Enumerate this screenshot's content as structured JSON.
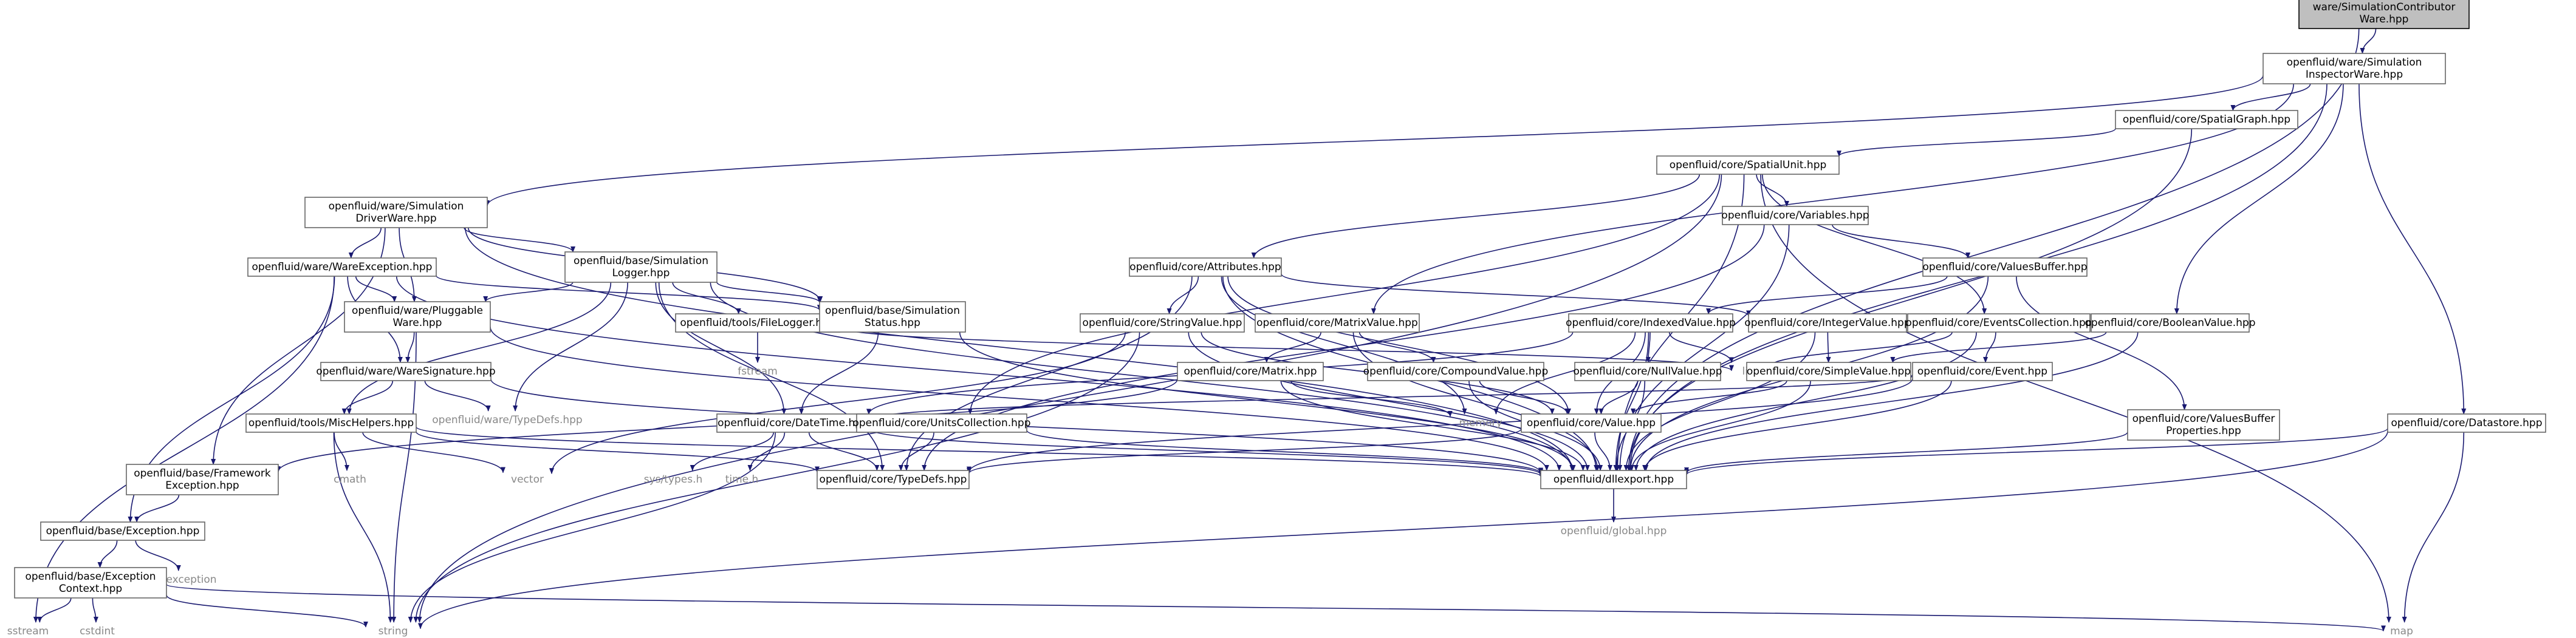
{
  "graph": {
    "nodes": [
      {
        "id": "root",
        "lines": [
          "ware/SimulationContributor",
          "Ware.hpp"
        ],
        "kind": "root"
      },
      {
        "id": "inspector",
        "lines": [
          "openfluid/ware/Simulation",
          "InspectorWare.hpp"
        ],
        "kind": "file"
      },
      {
        "id": "spatialgraph",
        "lines": [
          "openfluid/core/SpatialGraph.hpp"
        ],
        "kind": "file"
      },
      {
        "id": "spatialunit",
        "lines": [
          "openfluid/core/SpatialUnit.hpp"
        ],
        "kind": "file"
      },
      {
        "id": "simdriver",
        "lines": [
          "openfluid/ware/Simulation",
          "DriverWare.hpp"
        ],
        "kind": "file"
      },
      {
        "id": "variables",
        "lines": [
          "openfluid/core/Variables.hpp"
        ],
        "kind": "file"
      },
      {
        "id": "wareexception",
        "lines": [
          "openfluid/ware/WareException.hpp"
        ],
        "kind": "file"
      },
      {
        "id": "simlogger",
        "lines": [
          "openfluid/base/Simulation",
          "Logger.hpp"
        ],
        "kind": "file"
      },
      {
        "id": "attributes",
        "lines": [
          "openfluid/core/Attributes.hpp"
        ],
        "kind": "file"
      },
      {
        "id": "valuesbuffer",
        "lines": [
          "openfluid/core/ValuesBuffer.hpp"
        ],
        "kind": "file"
      },
      {
        "id": "pluggable",
        "lines": [
          "openfluid/ware/Pluggable",
          "Ware.hpp"
        ],
        "kind": "file"
      },
      {
        "id": "filelogger",
        "lines": [
          "openfluid/tools/FileLogger.hpp"
        ],
        "kind": "file"
      },
      {
        "id": "simstatus",
        "lines": [
          "openfluid/base/Simulation",
          "Status.hpp"
        ],
        "kind": "file"
      },
      {
        "id": "stringvalue",
        "lines": [
          "openfluid/core/StringValue.hpp"
        ],
        "kind": "file"
      },
      {
        "id": "matrixvalue",
        "lines": [
          "openfluid/core/MatrixValue.hpp"
        ],
        "kind": "file"
      },
      {
        "id": "indexedvalue",
        "lines": [
          "openfluid/core/IndexedValue.hpp"
        ],
        "kind": "file"
      },
      {
        "id": "integervalue",
        "lines": [
          "openfluid/core/IntegerValue.hpp"
        ],
        "kind": "file"
      },
      {
        "id": "eventscoll",
        "lines": [
          "openfluid/core/EventsCollection.hpp"
        ],
        "kind": "file"
      },
      {
        "id": "booleanvalue",
        "lines": [
          "openfluid/core/BooleanValue.hpp"
        ],
        "kind": "file"
      },
      {
        "id": "waresignature",
        "lines": [
          "openfluid/ware/WareSignature.hpp"
        ],
        "kind": "file"
      },
      {
        "id": "waretypedefs",
        "lines": [
          "openfluid/ware/TypeDefs.hpp"
        ],
        "kind": "ext"
      },
      {
        "id": "fstream",
        "lines": [
          "fstream"
        ],
        "kind": "ext"
      },
      {
        "id": "matrix",
        "lines": [
          "openfluid/core/Matrix.hpp"
        ],
        "kind": "file"
      },
      {
        "id": "compoundvalue",
        "lines": [
          "openfluid/core/CompoundValue.hpp"
        ],
        "kind": "file"
      },
      {
        "id": "list",
        "lines": [
          "list"
        ],
        "kind": "ext"
      },
      {
        "id": "nullvalue",
        "lines": [
          "openfluid/core/NullValue.hpp"
        ],
        "kind": "file"
      },
      {
        "id": "simplevalue",
        "lines": [
          "openfluid/core/SimpleValue.hpp"
        ],
        "kind": "file"
      },
      {
        "id": "event",
        "lines": [
          "openfluid/core/Event.hpp"
        ],
        "kind": "file"
      },
      {
        "id": "vbprops",
        "lines": [
          "openfluid/core/ValuesBuffer",
          "Properties.hpp"
        ],
        "kind": "file"
      },
      {
        "id": "datastore",
        "lines": [
          "openfluid/core/Datastore.hpp"
        ],
        "kind": "file"
      },
      {
        "id": "mischelpers",
        "lines": [
          "openfluid/tools/MiscHelpers.hpp"
        ],
        "kind": "file"
      },
      {
        "id": "datetime",
        "lines": [
          "openfluid/core/DateTime.hpp"
        ],
        "kind": "file"
      },
      {
        "id": "unitscoll",
        "lines": [
          "openfluid/core/UnitsCollection.hpp"
        ],
        "kind": "file"
      },
      {
        "id": "memory",
        "lines": [
          "memory"
        ],
        "kind": "ext"
      },
      {
        "id": "value",
        "lines": [
          "openfluid/core/Value.hpp"
        ],
        "kind": "file"
      },
      {
        "id": "fwexception",
        "lines": [
          "openfluid/base/Framework",
          "Exception.hpp"
        ],
        "kind": "file"
      },
      {
        "id": "cmath",
        "lines": [
          "cmath"
        ],
        "kind": "ext"
      },
      {
        "id": "vector",
        "lines": [
          "vector"
        ],
        "kind": "ext"
      },
      {
        "id": "systypes",
        "lines": [
          "sys/types.h"
        ],
        "kind": "ext"
      },
      {
        "id": "timeh",
        "lines": [
          "time.h"
        ],
        "kind": "ext"
      },
      {
        "id": "coretypedefs",
        "lines": [
          "openfluid/core/TypeDefs.hpp"
        ],
        "kind": "file"
      },
      {
        "id": "dllexport",
        "lines": [
          "openfluid/dllexport.hpp"
        ],
        "kind": "file"
      },
      {
        "id": "exception",
        "lines": [
          "openfluid/base/Exception.hpp"
        ],
        "kind": "file"
      },
      {
        "id": "global",
        "lines": [
          "openfluid/global.hpp"
        ],
        "kind": "ext"
      },
      {
        "id": "stdexception",
        "lines": [
          "exception"
        ],
        "kind": "ext"
      },
      {
        "id": "excontext",
        "lines": [
          "openfluid/base/Exception",
          "Context.hpp"
        ],
        "kind": "file"
      },
      {
        "id": "sstream",
        "lines": [
          "sstream"
        ],
        "kind": "ext"
      },
      {
        "id": "cstdint",
        "lines": [
          "cstdint"
        ],
        "kind": "ext"
      },
      {
        "id": "string",
        "lines": [
          "string"
        ],
        "kind": "ext"
      },
      {
        "id": "map",
        "lines": [
          "map"
        ],
        "kind": "ext"
      }
    ],
    "edges": [
      [
        "root",
        "inspector"
      ],
      [
        "root",
        "dllexport"
      ],
      [
        "inspector",
        "spatialgraph"
      ],
      [
        "inspector",
        "simdriver"
      ],
      [
        "inspector",
        "matrixvalue"
      ],
      [
        "inspector",
        "booleanvalue"
      ],
      [
        "inspector",
        "datastore"
      ],
      [
        "inspector",
        "dllexport"
      ],
      [
        "spatialgraph",
        "spatialunit"
      ],
      [
        "spatialgraph",
        "dllexport"
      ],
      [
        "spatialunit",
        "variables"
      ],
      [
        "spatialunit",
        "attributes"
      ],
      [
        "spatialunit",
        "eventscoll"
      ],
      [
        "spatialunit",
        "unitscoll"
      ],
      [
        "spatialunit",
        "dllexport"
      ],
      [
        "spatialunit",
        "map"
      ],
      [
        "spatialunit",
        "string"
      ],
      [
        "simdriver",
        "wareexception"
      ],
      [
        "simdriver",
        "simlogger"
      ],
      [
        "simdriver",
        "pluggable"
      ],
      [
        "simdriver",
        "simstatus"
      ],
      [
        "simdriver",
        "fwexception"
      ],
      [
        "simdriver",
        "dllexport"
      ],
      [
        "variables",
        "valuesbuffer"
      ],
      [
        "variables",
        "coretypedefs"
      ],
      [
        "variables",
        "dllexport"
      ],
      [
        "wareexception",
        "pluggable"
      ],
      [
        "wareexception",
        "waresignature"
      ],
      [
        "wareexception",
        "exception"
      ],
      [
        "wareexception",
        "sstream"
      ],
      [
        "wareexception",
        "dllexport"
      ],
      [
        "wareexception",
        "simstatus"
      ],
      [
        "simlogger",
        "filelogger"
      ],
      [
        "simlogger",
        "simstatus"
      ],
      [
        "simlogger",
        "mischelpers"
      ],
      [
        "simlogger",
        "pluggable"
      ],
      [
        "simlogger",
        "waretypedefs"
      ],
      [
        "simlogger",
        "datetime"
      ],
      [
        "simlogger",
        "coretypedefs"
      ],
      [
        "simlogger",
        "dllexport"
      ],
      [
        "attributes",
        "stringvalue"
      ],
      [
        "attributes",
        "integervalue"
      ],
      [
        "attributes",
        "coretypedefs"
      ],
      [
        "attributes",
        "memory"
      ],
      [
        "attributes",
        "dllexport"
      ],
      [
        "attributes",
        "value"
      ],
      [
        "valuesbuffer",
        "indexedvalue"
      ],
      [
        "valuesbuffer",
        "vbprops"
      ],
      [
        "valuesbuffer",
        "dllexport"
      ],
      [
        "pluggable",
        "waresignature"
      ],
      [
        "pluggable",
        "dllexport"
      ],
      [
        "pluggable",
        "string"
      ],
      [
        "filelogger",
        "fstream"
      ],
      [
        "filelogger",
        "list"
      ],
      [
        "simstatus",
        "datetime"
      ],
      [
        "simstatus",
        "dllexport"
      ],
      [
        "stringvalue",
        "value"
      ],
      [
        "stringvalue",
        "vector"
      ],
      [
        "stringvalue",
        "string"
      ],
      [
        "stringvalue",
        "dllexport"
      ],
      [
        "matrixvalue",
        "matrix"
      ],
      [
        "matrixvalue",
        "compoundvalue"
      ],
      [
        "matrixvalue",
        "dllexport"
      ],
      [
        "indexedvalue",
        "value"
      ],
      [
        "indexedvalue",
        "nullvalue"
      ],
      [
        "indexedvalue",
        "datetime"
      ],
      [
        "indexedvalue",
        "list"
      ],
      [
        "indexedvalue",
        "memory"
      ],
      [
        "indexedvalue",
        "dllexport"
      ],
      [
        "integervalue",
        "simplevalue"
      ],
      [
        "integervalue",
        "dllexport"
      ],
      [
        "eventscoll",
        "event"
      ],
      [
        "eventscoll",
        "list"
      ],
      [
        "eventscoll",
        "dllexport"
      ],
      [
        "booleanvalue",
        "simplevalue"
      ],
      [
        "booleanvalue",
        "dllexport"
      ],
      [
        "waresignature",
        "mischelpers"
      ],
      [
        "waresignature",
        "waretypedefs"
      ],
      [
        "waresignature",
        "dllexport"
      ],
      [
        "matrix",
        "memory"
      ],
      [
        "matrix",
        "dllexport"
      ],
      [
        "matrix",
        "fwexception"
      ],
      [
        "compoundvalue",
        "value"
      ],
      [
        "compoundvalue",
        "dllexport"
      ],
      [
        "nullvalue",
        "value"
      ],
      [
        "nullvalue",
        "dllexport"
      ],
      [
        "simplevalue",
        "value"
      ],
      [
        "simplevalue",
        "dllexport"
      ],
      [
        "event",
        "datetime"
      ],
      [
        "event",
        "coretypedefs"
      ],
      [
        "event",
        "dllexport"
      ],
      [
        "vbprops",
        "dllexport"
      ],
      [
        "datastore",
        "map"
      ],
      [
        "datastore",
        "string"
      ],
      [
        "datastore",
        "dllexport"
      ],
      [
        "mischelpers",
        "cmath"
      ],
      [
        "mischelpers",
        "vector"
      ],
      [
        "mischelpers",
        "string"
      ],
      [
        "mischelpers",
        "coretypedefs"
      ],
      [
        "mischelpers",
        "dllexport"
      ],
      [
        "datetime",
        "systypes"
      ],
      [
        "datetime",
        "timeh"
      ],
      [
        "datetime",
        "coretypedefs"
      ],
      [
        "datetime",
        "string"
      ],
      [
        "datetime",
        "dllexport"
      ],
      [
        "unitscoll",
        "coretypedefs"
      ],
      [
        "unitscoll",
        "dllexport"
      ],
      [
        "value",
        "dllexport"
      ],
      [
        "value",
        "coretypedefs"
      ],
      [
        "fwexception",
        "exception"
      ],
      [
        "dllexport",
        "global"
      ],
      [
        "exception",
        "stdexception"
      ],
      [
        "exception",
        "excontext"
      ],
      [
        "excontext",
        "sstream"
      ],
      [
        "excontext",
        "cstdint"
      ],
      [
        "excontext",
        "string"
      ],
      [
        "excontext",
        "map"
      ]
    ]
  }
}
